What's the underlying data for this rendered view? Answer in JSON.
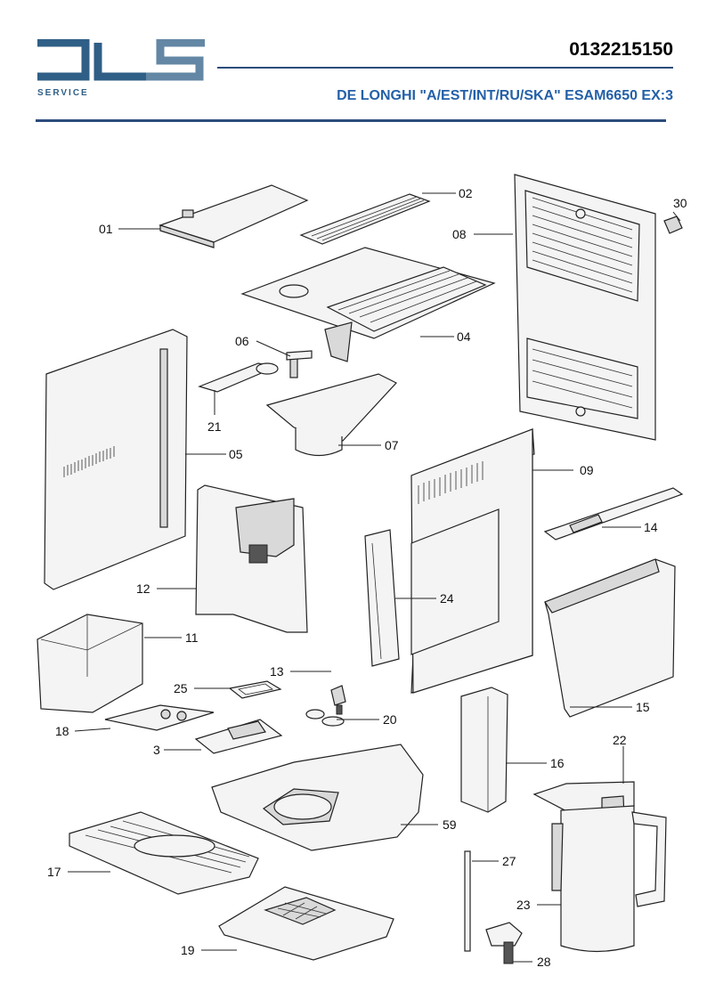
{
  "header": {
    "logo_letters": "DLS",
    "logo_subtitle": "SERVICE",
    "document_number": "0132215150",
    "model_title": "DE LONGHI \"A/EST/INT/RU/SKA\" ESAM6650 EX:3"
  },
  "colors": {
    "brand_blue": "#2460a8",
    "logo_blue": "#2f5f86",
    "rule_navy": "#2c4c7c"
  },
  "parts": [
    {
      "ref": "01"
    },
    {
      "ref": "02"
    },
    {
      "ref": "30"
    },
    {
      "ref": "08"
    },
    {
      "ref": "06"
    },
    {
      "ref": "04"
    },
    {
      "ref": "21"
    },
    {
      "ref": "07"
    },
    {
      "ref": "05"
    },
    {
      "ref": "09"
    },
    {
      "ref": "14"
    },
    {
      "ref": "12"
    },
    {
      "ref": "24"
    },
    {
      "ref": "11"
    },
    {
      "ref": "13"
    },
    {
      "ref": "25"
    },
    {
      "ref": "20"
    },
    {
      "ref": "15"
    },
    {
      "ref": "18"
    },
    {
      "ref": "3"
    },
    {
      "ref": "22"
    },
    {
      "ref": "16"
    },
    {
      "ref": "59"
    },
    {
      "ref": "17"
    },
    {
      "ref": "27"
    },
    {
      "ref": "23"
    },
    {
      "ref": "19"
    },
    {
      "ref": "28"
    }
  ]
}
